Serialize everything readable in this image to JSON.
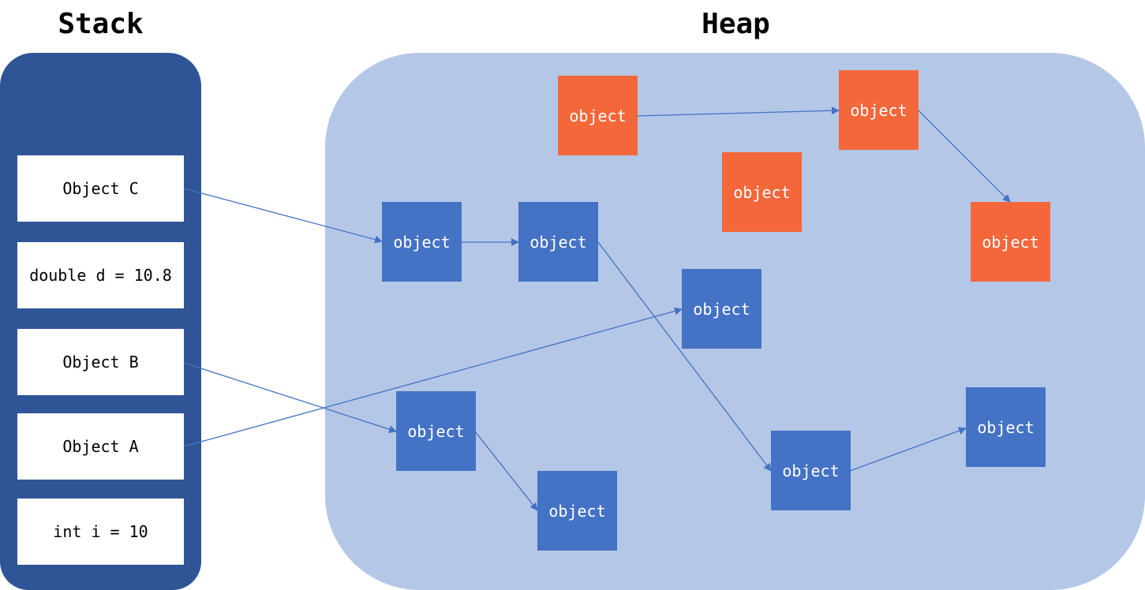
{
  "titles": {
    "stack": "Stack",
    "heap": "Heap"
  },
  "stack": {
    "slots": [
      {
        "label": "Object C"
      },
      {
        "label": "double d = 10.8"
      },
      {
        "label": "Object B"
      },
      {
        "label": "Object A"
      },
      {
        "label": "int i = 10"
      }
    ]
  },
  "heap": {
    "object_label": "object"
  },
  "colors": {
    "stack_panel": "#2f5597",
    "heap_panel": "#b4c7e7",
    "referenced_object": "#4472c4",
    "unreferenced_object": "#f4673b",
    "arrow": "#4472c4"
  }
}
